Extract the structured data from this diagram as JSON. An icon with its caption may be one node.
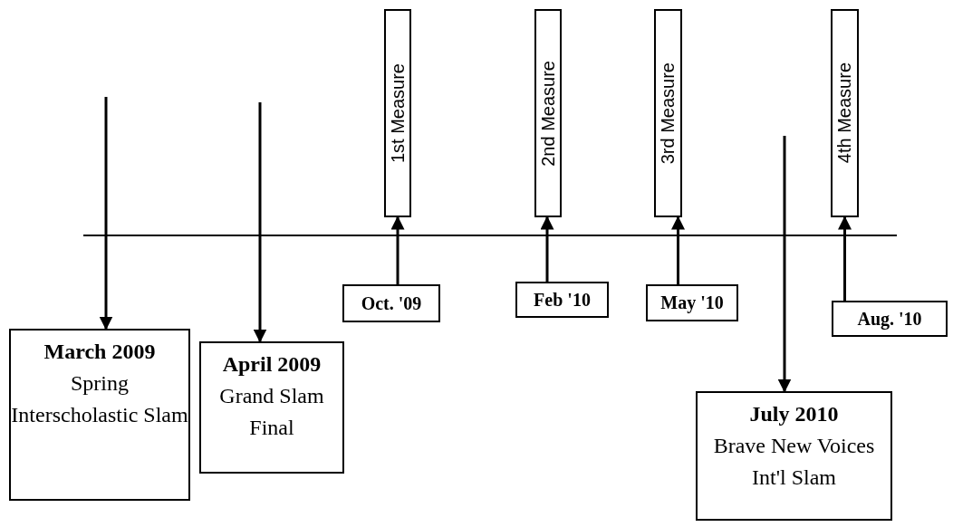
{
  "diagram": {
    "nodes": [
      {
        "text": [
          "March 2009",
          "Spring Interscholastic Slam"
        ]
      },
      {
        "text": [
          "April 2009",
          "Grand Slam Final"
        ]
      },
      {
        "text": [
          "1st Measure"
        ]
      },
      {
        "text": [
          "Oct. '09"
        ]
      },
      {
        "text": [
          "2nd Measure"
        ]
      },
      {
        "text": [
          "Feb '10"
        ]
      },
      {
        "text": [
          "3rd Measure"
        ]
      },
      {
        "text": [
          "May '10"
        ]
      },
      {
        "text": [
          "July 2010",
          "Brave New Voices Int'l Slam"
        ]
      },
      {
        "text": [
          "4th Measure"
        ]
      },
      {
        "text": [
          "Aug. '10"
        ]
      }
    ],
    "edges": [
      {
        "from": null,
        "to": 0,
        "arrow": "to"
      },
      {
        "from": null,
        "to": 1,
        "arrow": "to"
      },
      {
        "from": 3,
        "to": 2,
        "arrow": "to"
      },
      {
        "from": 5,
        "to": 4,
        "arrow": "to"
      },
      {
        "from": 7,
        "to": 6,
        "arrow": "to"
      },
      {
        "from": null,
        "to": 8,
        "arrow": "to"
      },
      {
        "from": 10,
        "to": 9,
        "arrow": "to"
      }
    ]
  }
}
